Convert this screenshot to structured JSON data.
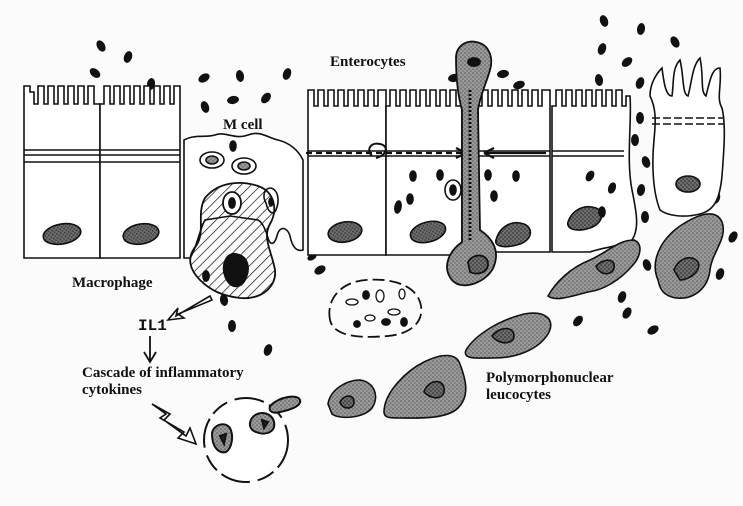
{
  "labels": {
    "enterocytes": "Enterocytes",
    "m_cell": "M cell",
    "macrophage": "Macrophage",
    "il1": "IL1",
    "cascade_line1": "Cascade of inflammatory",
    "cascade_line2": "cytokines",
    "pmn_line1": "Polymorphonuclear",
    "pmn_line2": "leucocytes"
  },
  "colors": {
    "ink": "#111111",
    "cell_fill": "#ffffff",
    "nucleus_fill": "#6b6b6b",
    "pmn_fill": "#8a8a8a",
    "pmn_dark": "#4a4a4a",
    "background": "#fbfbfb"
  }
}
